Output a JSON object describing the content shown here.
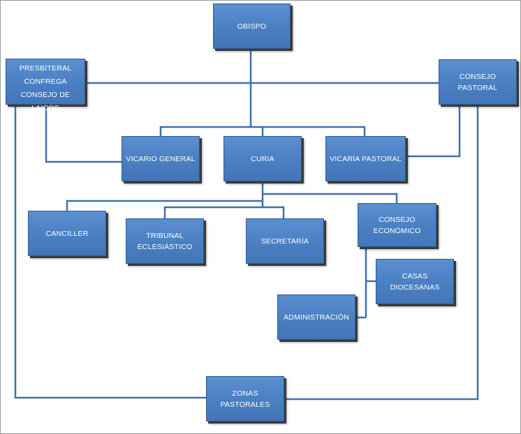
{
  "nodes": {
    "obispo": "OBISPO",
    "consejo_presbiteral": "CONSEJO PRESBITERAL",
    "confrega": "CONFREGA",
    "consejo_laicos": "CONSEJO DE LAICOS",
    "consejo_pastoral": "CONSEJO PASTORAL",
    "vicario_general": "VICARIO GENERAL",
    "curia": "CURIA",
    "vicaria_pastoral": "VICARÍA PASTORAL",
    "canciller": "CANCILLER",
    "tribunal_line1": "TRIBUNAL",
    "tribunal_line2": "ECLESIÁSTICO",
    "secretaria": "SECRETARÍA",
    "consejo_economico": "CONSEJO ECONÓMICO",
    "casas_diocesanas": "CASAS DIOCESANAS",
    "administracion": "ADMINISTRACIÓN",
    "zonas_pastorales": "ZONAS PASTORALES"
  },
  "colors": {
    "box_fill": "#4a7fc2",
    "box_border": "#2d5a8f",
    "connector": "#3f6fad",
    "text": "#ffffff"
  }
}
